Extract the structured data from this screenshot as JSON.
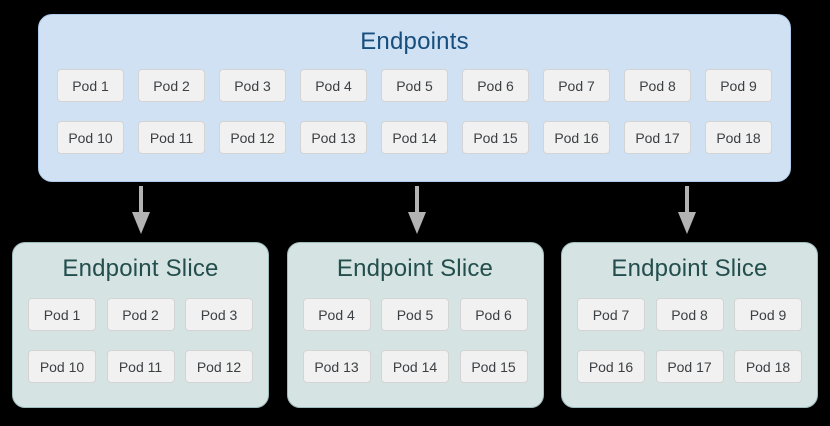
{
  "diagram": {
    "endpoints": {
      "title": "Endpoints",
      "rows": [
        [
          "Pod 1",
          "Pod 2",
          "Pod 3",
          "Pod 4",
          "Pod 5",
          "Pod 6",
          "Pod 7",
          "Pod 8",
          "Pod 9"
        ],
        [
          "Pod 10",
          "Pod 11",
          "Pod 12",
          "Pod 13",
          "Pod 14",
          "Pod 15",
          "Pod 16",
          "Pod 17",
          "Pod 18"
        ]
      ]
    },
    "slices": [
      {
        "title": "Endpoint Slice",
        "rows": [
          [
            "Pod 1",
            "Pod 2",
            "Pod 3"
          ],
          [
            "Pod 10",
            "Pod 11",
            "Pod 12"
          ]
        ]
      },
      {
        "title": "Endpoint Slice",
        "rows": [
          [
            "Pod 4",
            "Pod 5",
            "Pod 6"
          ],
          [
            "Pod 13",
            "Pod 14",
            "Pod 15"
          ]
        ]
      },
      {
        "title": "Endpoint Slice",
        "rows": [
          [
            "Pod 7",
            "Pod 8",
            "Pod 9"
          ],
          [
            "Pod 16",
            "Pod 17",
            "Pod 18"
          ]
        ]
      }
    ],
    "colors": {
      "background": "#000000",
      "endpoints_box_fill": "#cfe1f3",
      "endpoints_box_border": "#aecbe9",
      "endpoints_title_text": "#174e7e",
      "slice_box_fill": "#d5e4e3",
      "slice_box_border": "#9fbcbc",
      "slice_title_text": "#234e4d",
      "pod_fill": "#f1f1f1",
      "pod_border": "#d4d4d4",
      "pod_text": "#3c4043",
      "arrow": "#b3b3b3"
    }
  }
}
